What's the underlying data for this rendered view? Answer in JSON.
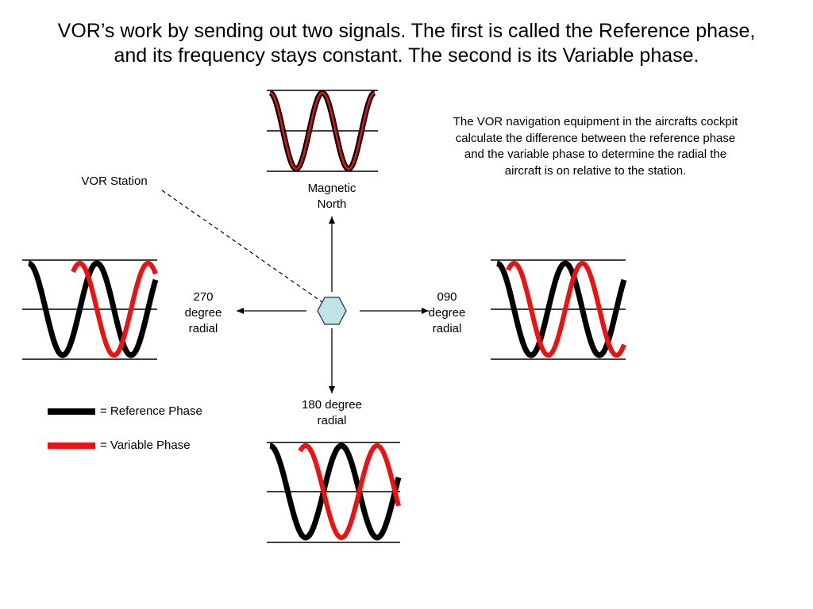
{
  "title": {
    "line1": "VOR’s work by sending out two signals.  The first is called the Reference phase,",
    "line2": "and its frequency stays constant.  The second is its Variable phase."
  },
  "note": {
    "line1": "The VOR navigation equipment in the aircrafts cockpit",
    "line2": "calculate the difference between the reference phase",
    "line3": "and the variable phase to determine the radial the",
    "line4": "aircraft is on relative to the station."
  },
  "station_label": "VOR Station",
  "radials": {
    "north": {
      "line1": "Magnetic",
      "line2": "North"
    },
    "west": {
      "line1": "270",
      "line2": "degree",
      "line3": "radial"
    },
    "east": {
      "line1": "090",
      "line2": "degree",
      "line3": "radial"
    },
    "south": {
      "line1": "180 degree",
      "line2": "radial"
    }
  },
  "legend": {
    "reference": {
      "label": "= Reference Phase",
      "color": "#000000"
    },
    "variable": {
      "label": "= Variable Phase",
      "color": "#ee1111"
    }
  },
  "colors": {
    "station_fill": "#bfe3e8",
    "station_stroke": "#333333"
  },
  "signals": {
    "north": {
      "phase_offset_deg": 0
    },
    "east": {
      "phase_offset_deg": 90
    },
    "south": {
      "phase_offset_deg": 180
    },
    "west": {
      "phase_offset_deg": 270
    }
  }
}
